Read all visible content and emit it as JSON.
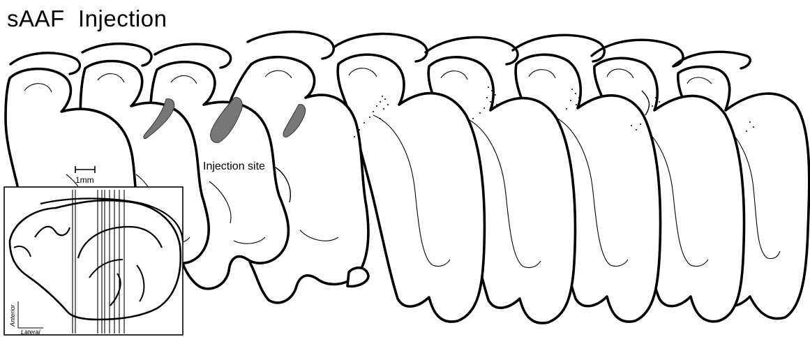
{
  "title": "sAAF  Injection",
  "labels": {
    "injection_site": "Injection site",
    "scale_bar": "1mm",
    "inset_vertical_axis": "Anterior",
    "inset_horizontal_axis": "Lateral"
  },
  "colors": {
    "injection_fill": "#777777",
    "outline": "#000000",
    "background": "#ffffff"
  }
}
